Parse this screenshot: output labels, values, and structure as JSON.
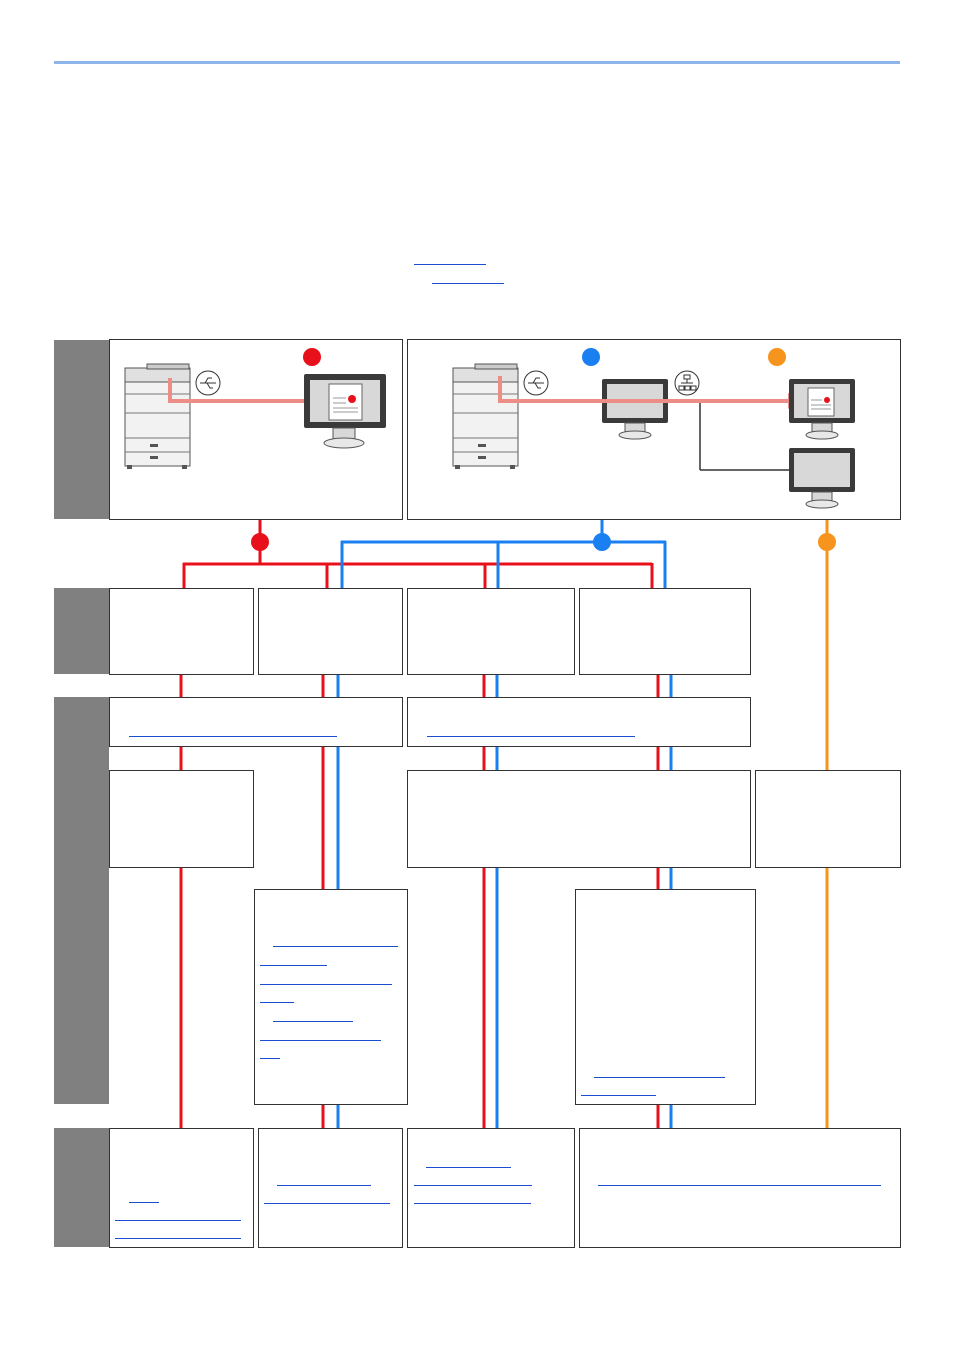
{
  "colors": {
    "red": "#e8101a",
    "blue": "#1a7ff0",
    "orange": "#f7941d",
    "gray": "#808080",
    "link": "#1a4fd0",
    "header_rule": "#8fb4ea"
  },
  "icons": [
    "mfp-printer-icon",
    "usb-icon",
    "network-icon",
    "pc-monitor-icon",
    "document-icon"
  ],
  "rows": [
    "environment",
    "setup",
    "procedure",
    "procedure-detail",
    "reference"
  ]
}
